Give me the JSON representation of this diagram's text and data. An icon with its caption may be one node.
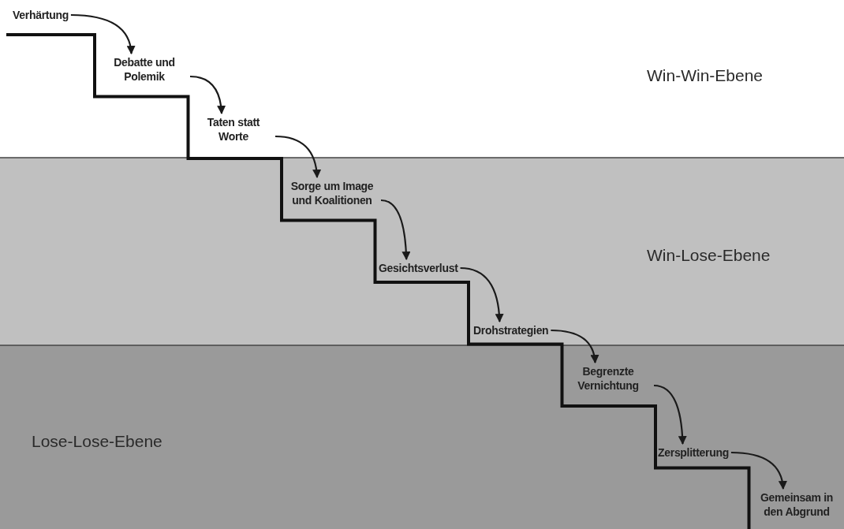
{
  "diagram": {
    "nodes": [
      {
        "text": [
          "Win-Win-Ebene"
        ]
      },
      {
        "text": [
          "Win-Lose-Ebene"
        ]
      },
      {
        "text": [
          "Lose-Lose-Ebene"
        ]
      },
      {
        "text": [
          "Verhärtung"
        ],
        "in": 0
      },
      {
        "text": [
          "Debatte und Polemik"
        ],
        "in": 0
      },
      {
        "text": [
          "Taten statt Worte"
        ],
        "in": 0
      },
      {
        "text": [
          "Sorge um Image und Koalitionen"
        ],
        "in": 1
      },
      {
        "text": [
          "Gesichtsverlust"
        ],
        "in": 1
      },
      {
        "text": [
          "Drohstrategien"
        ],
        "in": 1
      },
      {
        "text": [
          "Begrenzte Vernichtung"
        ],
        "in": 2
      },
      {
        "text": [
          "Zersplitterung"
        ],
        "in": 2
      },
      {
        "text": [
          "Gemeinsam in den Abgrund"
        ],
        "in": 2
      }
    ],
    "edges": [
      {
        "from": 3,
        "to": 4,
        "arrow": "to"
      },
      {
        "from": 4,
        "to": 5,
        "arrow": "to"
      },
      {
        "from": 5,
        "to": 6,
        "arrow": "to"
      },
      {
        "from": 6,
        "to": 7,
        "arrow": "to"
      },
      {
        "from": 7,
        "to": 8,
        "arrow": "to"
      },
      {
        "from": 8,
        "to": 9,
        "arrow": "to"
      },
      {
        "from": 9,
        "to": 10,
        "arrow": "to"
      },
      {
        "from": 10,
        "to": 11,
        "arrow": "to"
      }
    ]
  }
}
